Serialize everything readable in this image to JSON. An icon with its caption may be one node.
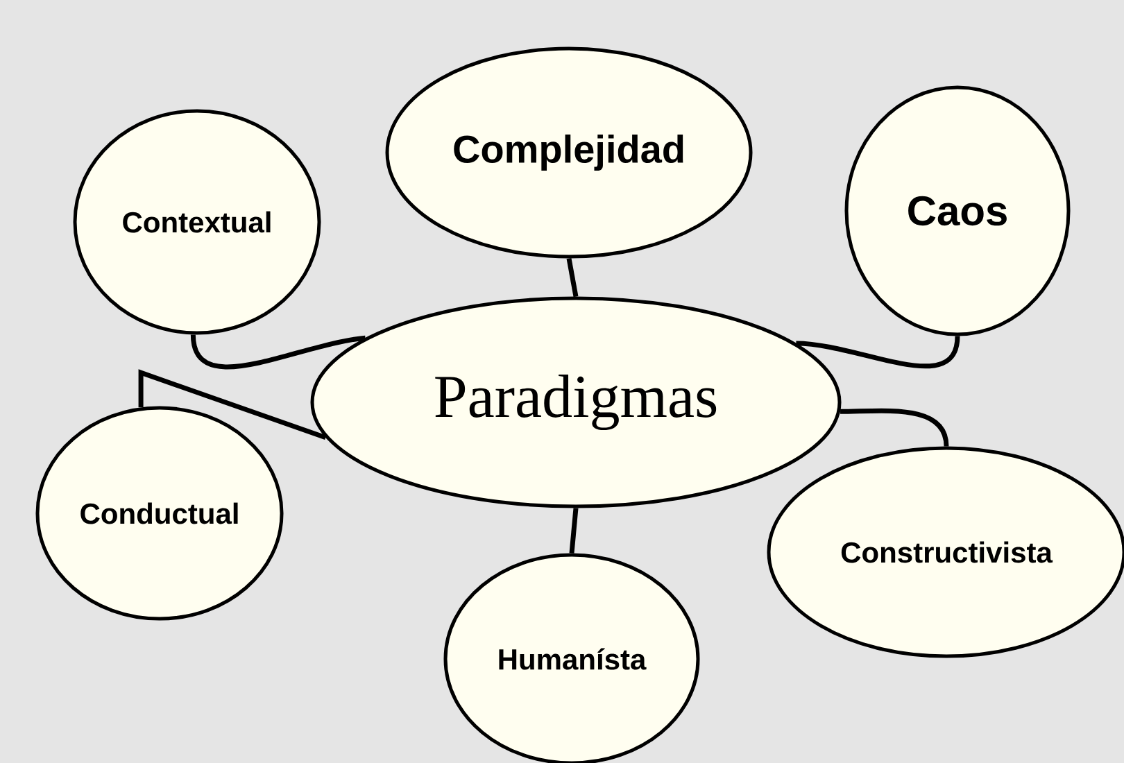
{
  "diagram": {
    "nodes": [
      {
        "text": [
          "Paradigmas"
        ]
      },
      {
        "text": [
          "Complejidad"
        ]
      },
      {
        "text": [
          "Contextual"
        ]
      },
      {
        "text": [
          "Caos"
        ]
      },
      {
        "text": [
          "Conductual"
        ]
      },
      {
        "text": [
          "Constructivista"
        ]
      },
      {
        "text": [
          "Humanísta"
        ]
      }
    ],
    "edges": [
      {
        "from": 1,
        "to": 0,
        "arrow": "none"
      },
      {
        "from": 2,
        "to": 0,
        "arrow": "none"
      },
      {
        "from": 3,
        "to": 0,
        "arrow": "none"
      },
      {
        "from": 4,
        "to": 0,
        "arrow": "none"
      },
      {
        "from": 5,
        "to": 0,
        "arrow": "none"
      },
      {
        "from": 6,
        "to": 0,
        "arrow": "none"
      }
    ]
  }
}
